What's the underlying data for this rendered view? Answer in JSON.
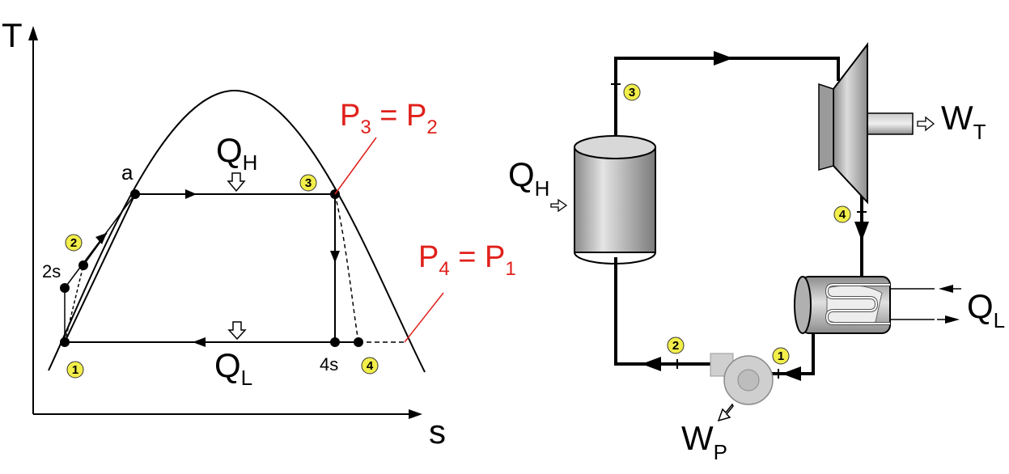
{
  "ts_diagram": {
    "axis_y": "T",
    "axis_x": "s",
    "point_a": "a",
    "point_2s": "2s",
    "point_4s": "4s",
    "qh": {
      "base": "Q",
      "sub": "H"
    },
    "ql": {
      "base": "Q",
      "sub": "L"
    },
    "p3_eq_p2": {
      "p": "P",
      "s1": "3",
      "eq": " = ",
      "s2": "2"
    },
    "p4_eq_p1": {
      "p": "P",
      "s1": "4",
      "eq": " = ",
      "s2": "1"
    },
    "state_badges": [
      "1",
      "2",
      "3",
      "4"
    ]
  },
  "plant_schematic": {
    "qh": {
      "base": "Q",
      "sub": "H"
    },
    "ql": {
      "base": "Q",
      "sub": "L"
    },
    "wt": {
      "base": "W",
      "sub": "T"
    },
    "wp": {
      "base": "W",
      "sub": "P"
    },
    "state_badges": [
      "1",
      "2",
      "3",
      "4"
    ]
  },
  "colors": {
    "line": "#000000",
    "pressure_label": "#e0201b",
    "badge_fill": "#f2ee4a",
    "component_gray": "#b8b8b8"
  }
}
